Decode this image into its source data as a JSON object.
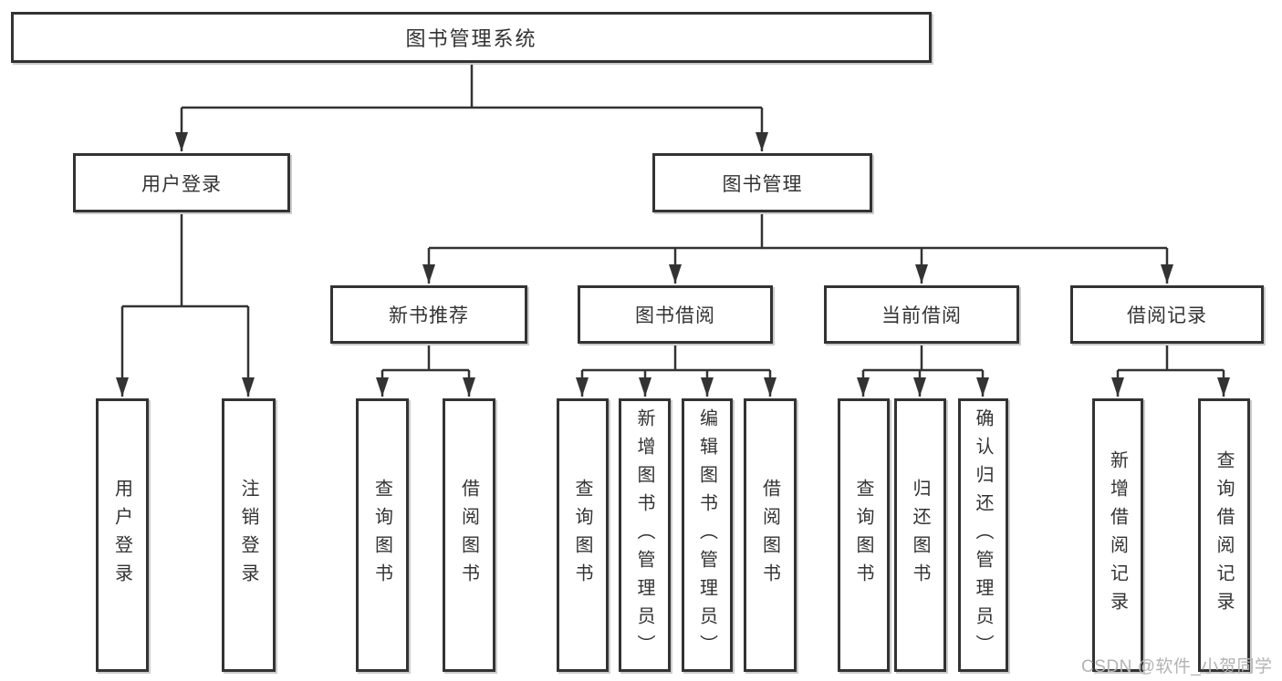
{
  "diagram": {
    "root": {
      "label": "图书管理系统"
    },
    "level1": [
      {
        "id": "user-login",
        "label": "用户登录"
      },
      {
        "id": "book-management",
        "label": "图书管理"
      }
    ],
    "level2": [
      {
        "id": "new-book-recommend",
        "parent": "图书管理",
        "label": "新书推荐"
      },
      {
        "id": "book-borrowing",
        "parent": "图书管理",
        "label": "图书借阅"
      },
      {
        "id": "current-borrowing",
        "parent": "图书管理",
        "label": "当前借阅"
      },
      {
        "id": "borrowing-records",
        "parent": "图书管理",
        "label": "借阅记录"
      }
    ],
    "leaves": [
      {
        "parent": "用户登录",
        "label": "用户登录"
      },
      {
        "parent": "用户登录",
        "label": "注销登录"
      },
      {
        "parent": "新书推荐",
        "label": "查询图书"
      },
      {
        "parent": "新书推荐",
        "label": "借阅图书"
      },
      {
        "parent": "图书借阅",
        "label": "查询图书"
      },
      {
        "parent": "图书借阅",
        "label": "新增图书（管理员）"
      },
      {
        "parent": "图书借阅",
        "label": "编辑图书（管理员）"
      },
      {
        "parent": "图书借阅",
        "label": "借阅图书"
      },
      {
        "parent": "当前借阅",
        "label": "查询图书"
      },
      {
        "parent": "当前借阅",
        "label": "归还图书"
      },
      {
        "parent": "当前借阅",
        "label": "确认归还（管理员）"
      },
      {
        "parent": "借阅记录",
        "label": "新增借阅记录"
      },
      {
        "parent": "借阅记录",
        "label": "查询借阅记录"
      }
    ],
    "colors": {
      "line": "#333333",
      "box_background": "#ffffff",
      "page_background": "#ffffff",
      "watermark": "#b3b3b3"
    },
    "watermark": "CSDN @软件_小贺同学"
  }
}
